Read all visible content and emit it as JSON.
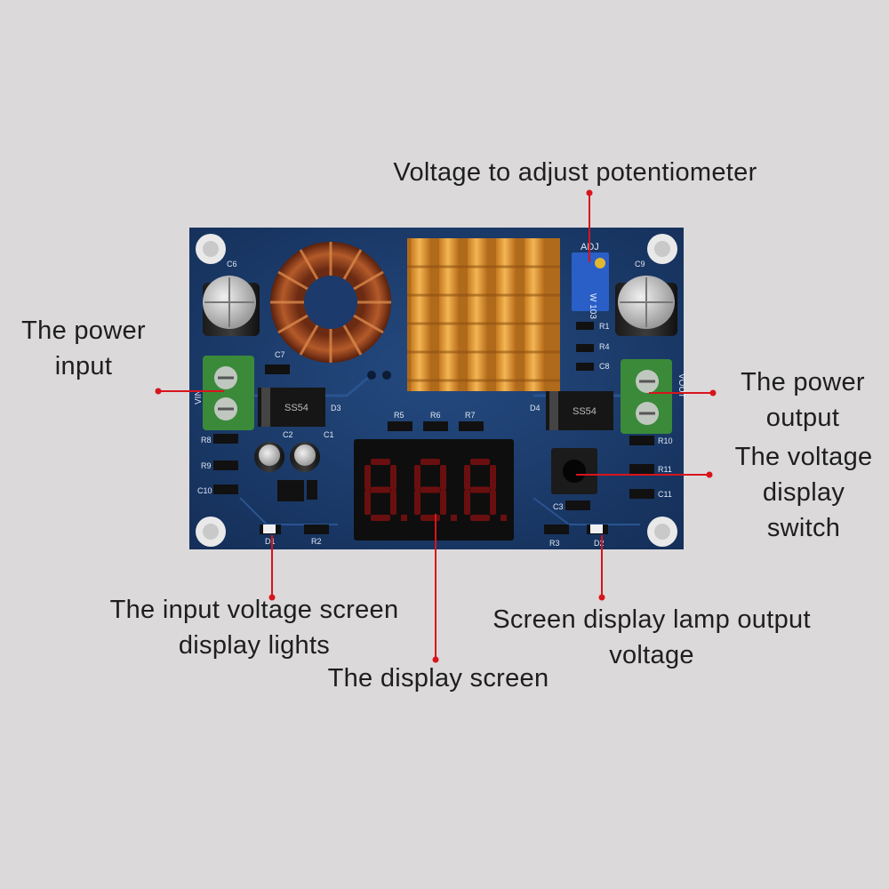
{
  "labels": {
    "potentiometer": [
      "Voltage to adjust potentiometer"
    ],
    "power_input": [
      "The power",
      "input"
    ],
    "power_output": [
      "The power",
      "output"
    ],
    "voltage_display_switch": [
      "The voltage",
      "display",
      "switch"
    ],
    "input_voltage_lights": [
      "The input voltage screen",
      "display lights"
    ],
    "display_screen": [
      "The display screen"
    ],
    "output_lamp": [
      "Screen display lamp output",
      "voltage"
    ]
  },
  "board": {
    "silkscreen": {
      "adj": "ADJ",
      "vin": "VIN",
      "vout": "VOUT",
      "c6": "C6",
      "c7": "C7",
      "c9": "C9",
      "c2": "C2",
      "c1": "C1",
      "d3": "D3",
      "d4": "D4",
      "r5": "R5",
      "r6": "R6",
      "r7": "R7",
      "r8": "R8",
      "r9": "R9",
      "c10": "C10",
      "r10": "R10",
      "r11": "R11",
      "c11": "C11",
      "c3": "C3",
      "r3": "R3",
      "d2": "D2",
      "d1": "D1",
      "r2": "R2",
      "r4": "R4",
      "c8": "C8",
      "r1": "R1",
      "diode_mark": "SS54",
      "pot_mark": "W 103"
    },
    "display_digits": "888"
  },
  "colors": {
    "background": "#dbd9da",
    "pcb": "#1c3a6b",
    "leader": "#d8141c",
    "heatsink": "#e09a36",
    "terminal": "#3a8a3a",
    "display_segment": "#6a0f0f"
  }
}
